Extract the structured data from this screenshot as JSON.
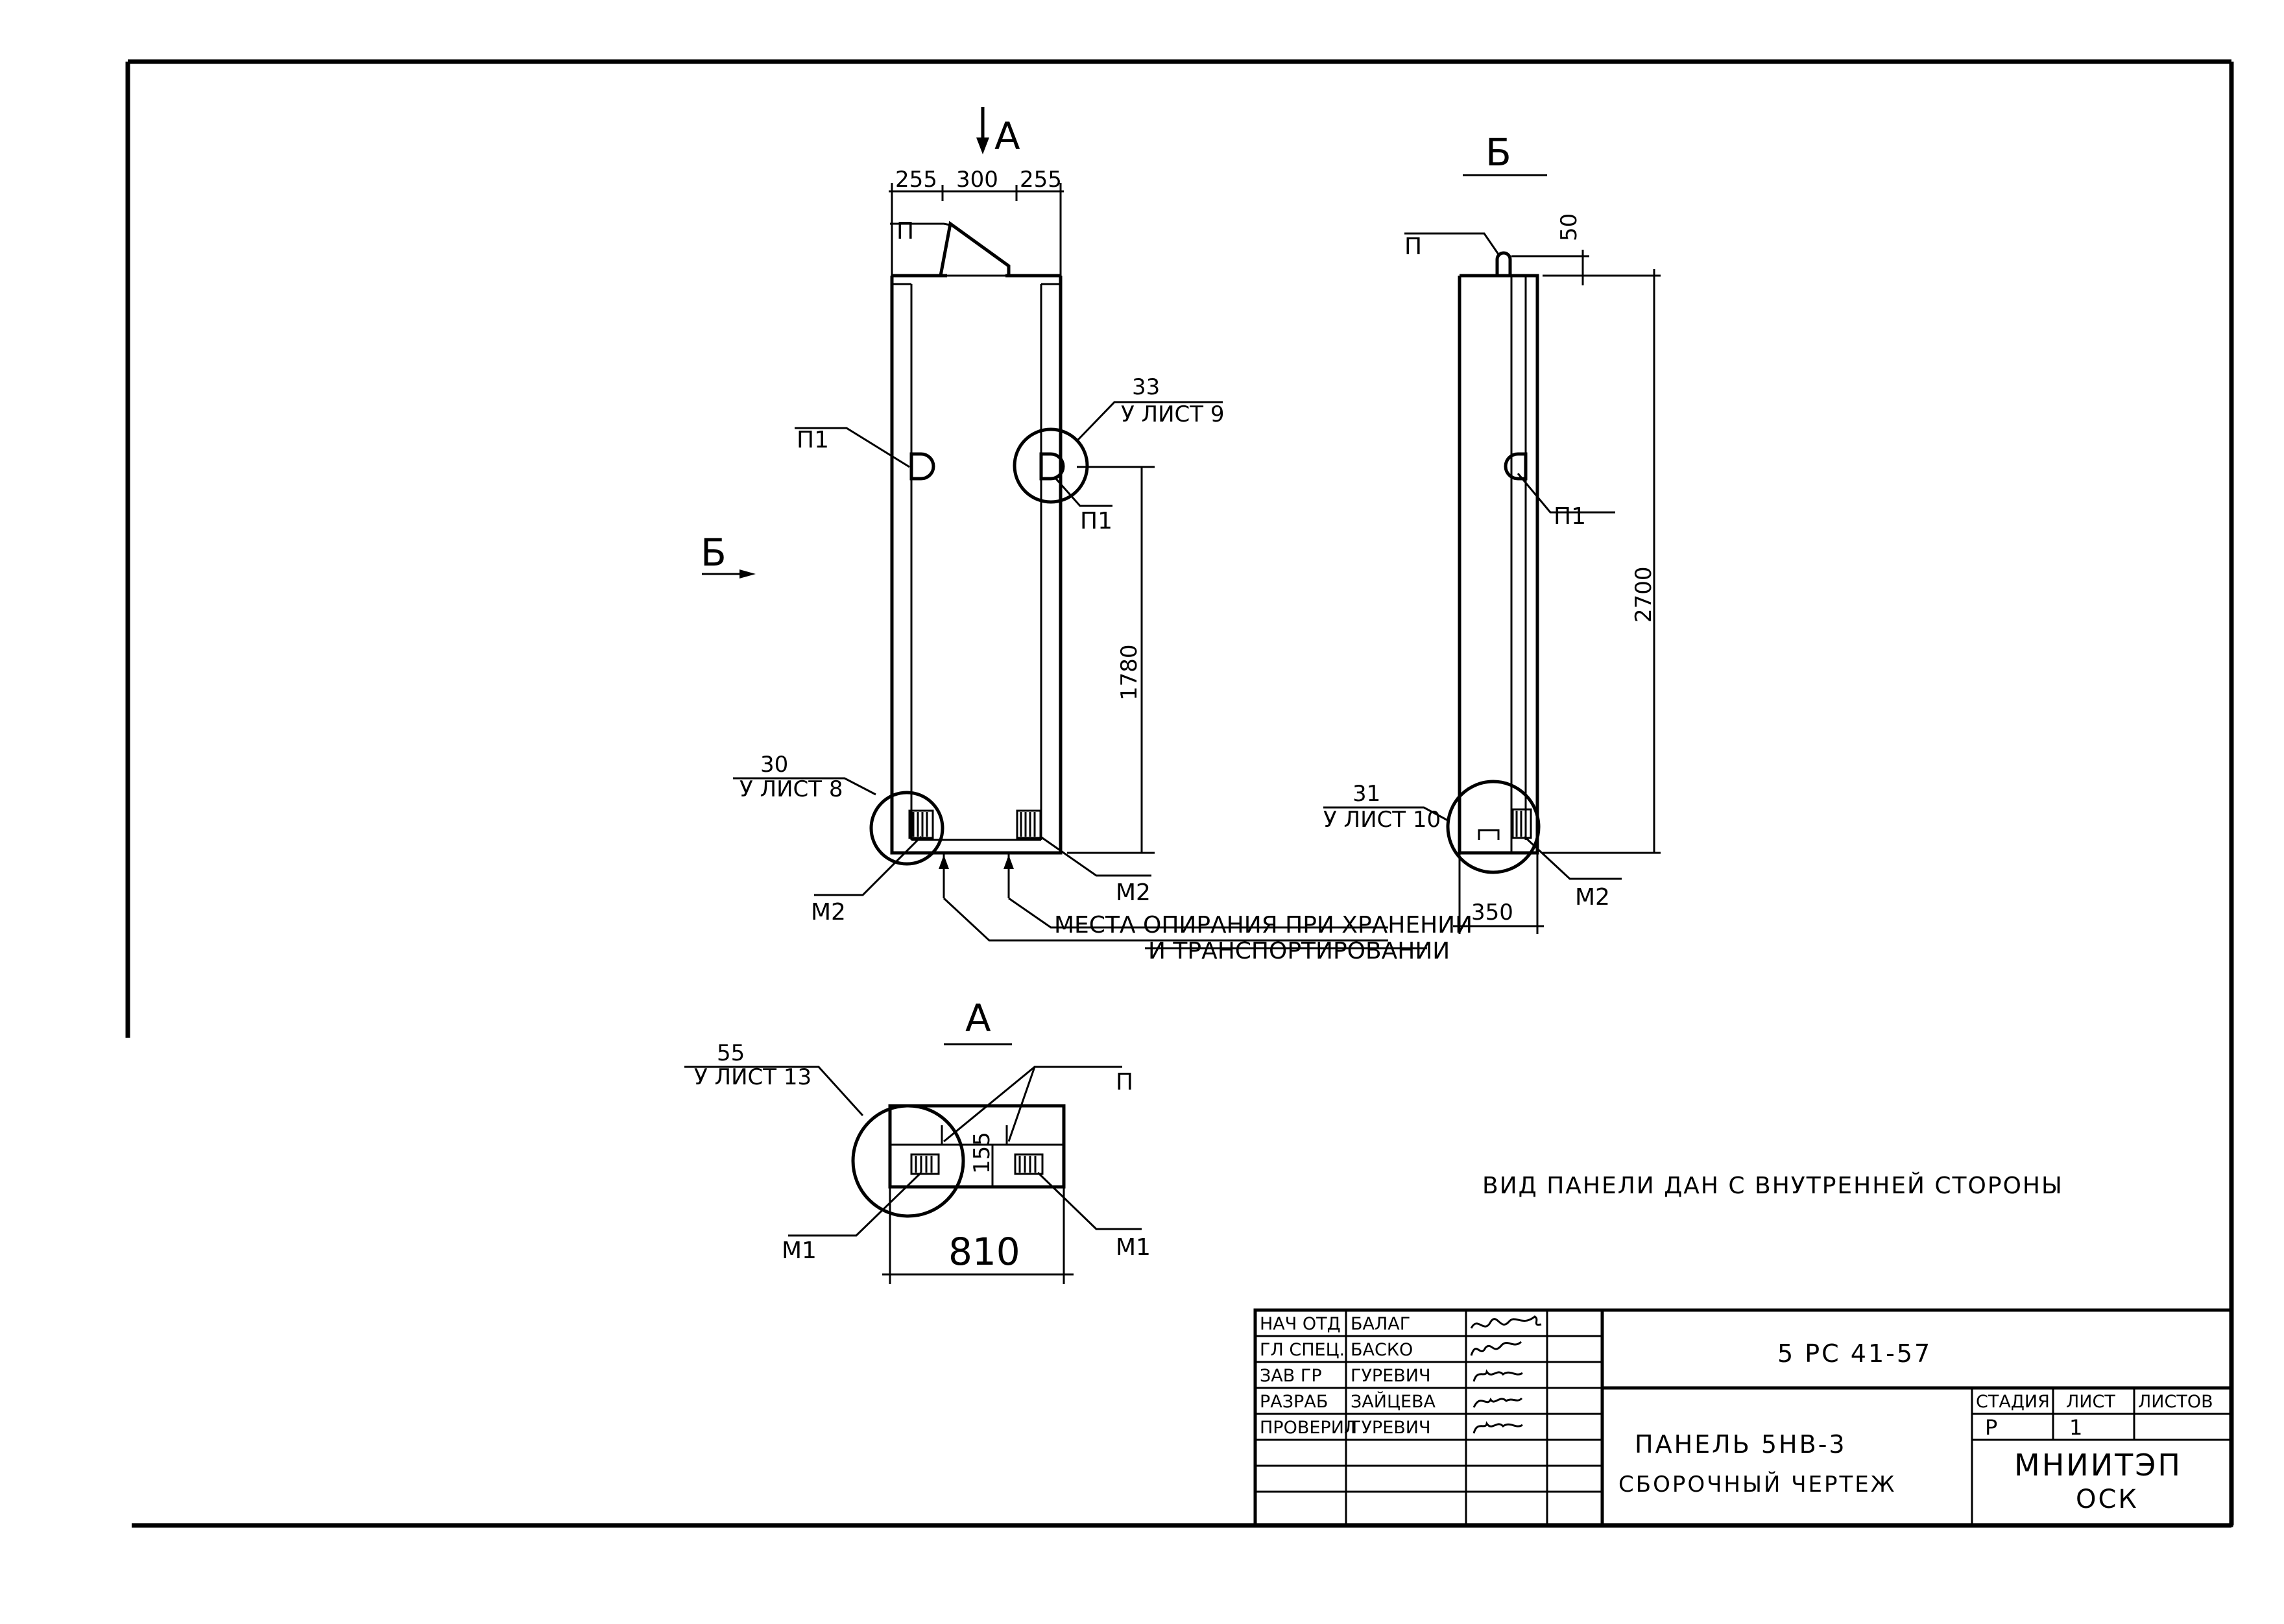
{
  "view_main": {
    "arrow_label": "А",
    "dims_top": [
      "255",
      "300",
      "255"
    ],
    "label_p": "П",
    "label_p1_left": "П1",
    "label_p1_right": "П1",
    "callout_top_num": "33",
    "callout_top_sheet": "У ЛИСТ 9",
    "callout_bottom_num": "30",
    "callout_bottom_sheet": "У ЛИСТ 8",
    "dim_height": "1780",
    "label_m2_left": "М2",
    "label_m2_right": "М2",
    "support_note_1": "МЕСТА ОПИРАНИЯ ПРИ ХРАНЕНИИ",
    "support_note_2": "И ТРАНСПОРТИРОВАНИИ",
    "arrow_b": "Б"
  },
  "view_b": {
    "title": "Б",
    "label_p": "П",
    "dim_top": "50",
    "dim_height": "2700",
    "label_p1": "П1",
    "callout_num": "31",
    "callout_sheet": "У ЛИСТ 10",
    "dim_width": "350",
    "label_m2": "М2"
  },
  "view_a": {
    "title": "А",
    "callout_num": "55",
    "callout_sheet": "У ЛИСТ 13",
    "label_p": "П",
    "dim_depth": "155",
    "dim_width": "810",
    "label_m1_left": "М1",
    "label_m1_right": "М1"
  },
  "note": "ВИД ПАНЕЛИ ДАН С ВНУТРЕННЕЙ СТОРОНЫ",
  "title_block": {
    "signatures": [
      {
        "role": "НАЧ ОТД",
        "name": "БАЛАГ"
      },
      {
        "role": "ГЛ СПЕЦ.",
        "name": "БАСКО"
      },
      {
        "role": "ЗАВ ГР",
        "name": "ГУРЕВИЧ"
      },
      {
        "role": "РАЗРАБ",
        "name": "ЗАЙЦЕВА"
      },
      {
        "role": "ПРОВЕРИЛ",
        "name": "ГУРЕВИЧ"
      }
    ],
    "doc_code": "5 РС 41-57",
    "title_1": "ПАНЕЛЬ 5НВ-3",
    "title_2": "СБОРОЧНЫЙ ЧЕРТЕЖ",
    "stage_header": "СТАДИЯ",
    "sheet_header": "ЛИСТ",
    "sheets_header": "ЛИСТОВ",
    "stage_value": "Р",
    "sheet_value": "1",
    "org_1": "МНИИТЭП",
    "org_2": "ОСК"
  }
}
